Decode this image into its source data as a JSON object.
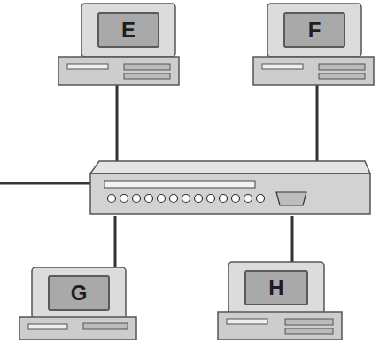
{
  "diagram": {
    "nodes": [
      {
        "text": [
          "E"
        ]
      },
      {
        "text": [
          "F"
        ]
      },
      {
        "text": [
          "G"
        ]
      },
      {
        "text": [
          "H"
        ]
      }
    ]
  }
}
